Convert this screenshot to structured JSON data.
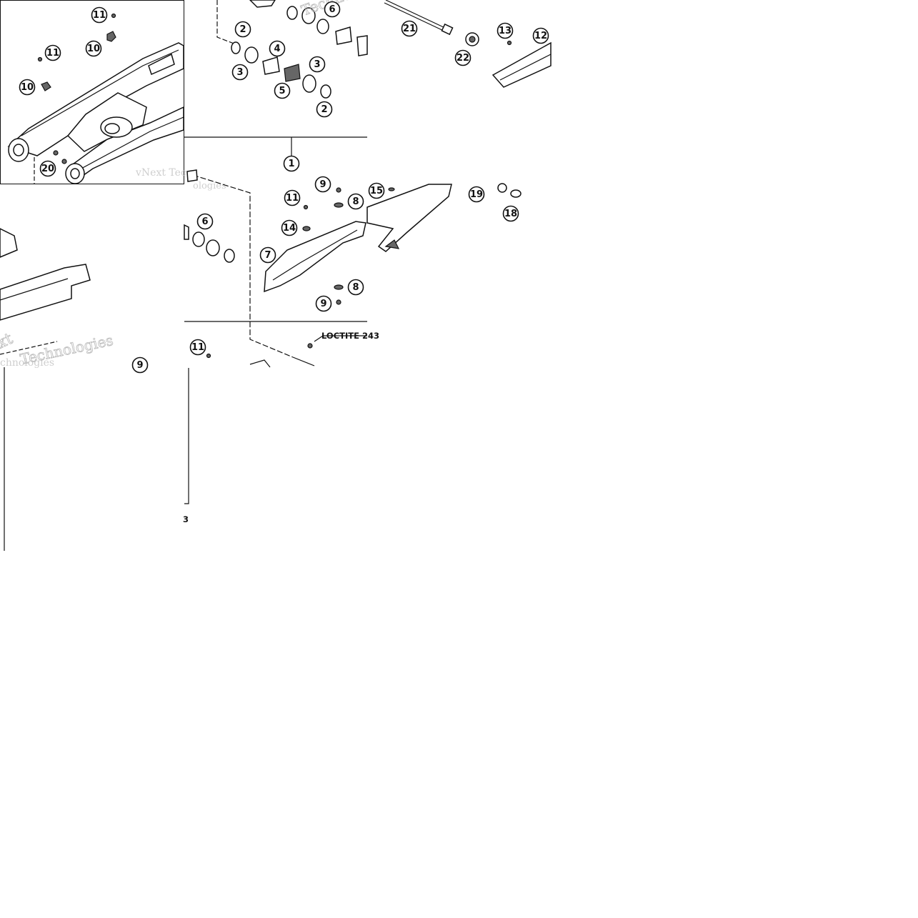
{
  "callouts": [
    {
      "id": "c-11-a",
      "label": "11"
    },
    {
      "id": "c-10-a",
      "label": "10"
    },
    {
      "id": "c-11-b",
      "label": "11"
    },
    {
      "id": "c-10-b",
      "label": "10"
    },
    {
      "id": "c-20",
      "label": "20"
    },
    {
      "id": "c-2-a",
      "label": "2"
    },
    {
      "id": "c-6-a",
      "label": "6"
    },
    {
      "id": "c-4",
      "label": "4"
    },
    {
      "id": "c-3-a",
      "label": "3"
    },
    {
      "id": "c-3-b",
      "label": "3"
    },
    {
      "id": "c-5",
      "label": "5"
    },
    {
      "id": "c-2-b",
      "label": "2"
    },
    {
      "id": "c-1",
      "label": "1"
    },
    {
      "id": "c-21",
      "label": "21"
    },
    {
      "id": "c-22",
      "label": "22"
    },
    {
      "id": "c-13",
      "label": "13"
    },
    {
      "id": "c-12",
      "label": "12"
    },
    {
      "id": "c-9-a",
      "label": "9"
    },
    {
      "id": "c-11-c",
      "label": "11"
    },
    {
      "id": "c-8-a",
      "label": "8"
    },
    {
      "id": "c-15",
      "label": "15"
    },
    {
      "id": "c-19",
      "label": "19"
    },
    {
      "id": "c-18",
      "label": "18"
    },
    {
      "id": "c-14",
      "label": "14"
    },
    {
      "id": "c-7",
      "label": "7"
    },
    {
      "id": "c-6-b",
      "label": "6"
    },
    {
      "id": "c-8-b",
      "label": "8"
    },
    {
      "id": "c-9-b",
      "label": "9"
    },
    {
      "id": "c-11-d",
      "label": "11"
    },
    {
      "id": "c-9-c",
      "label": "9"
    }
  ],
  "notes": {
    "loctite": "LOCTITE 243",
    "loctite_fragment": "3"
  },
  "watermarks": {
    "wm1": "vNext Tec",
    "wm2": "ologies",
    "wm3": "Technolo",
    "wm4": "xt",
    "wm5": "chnologies",
    "wm6": "Technologies"
  }
}
